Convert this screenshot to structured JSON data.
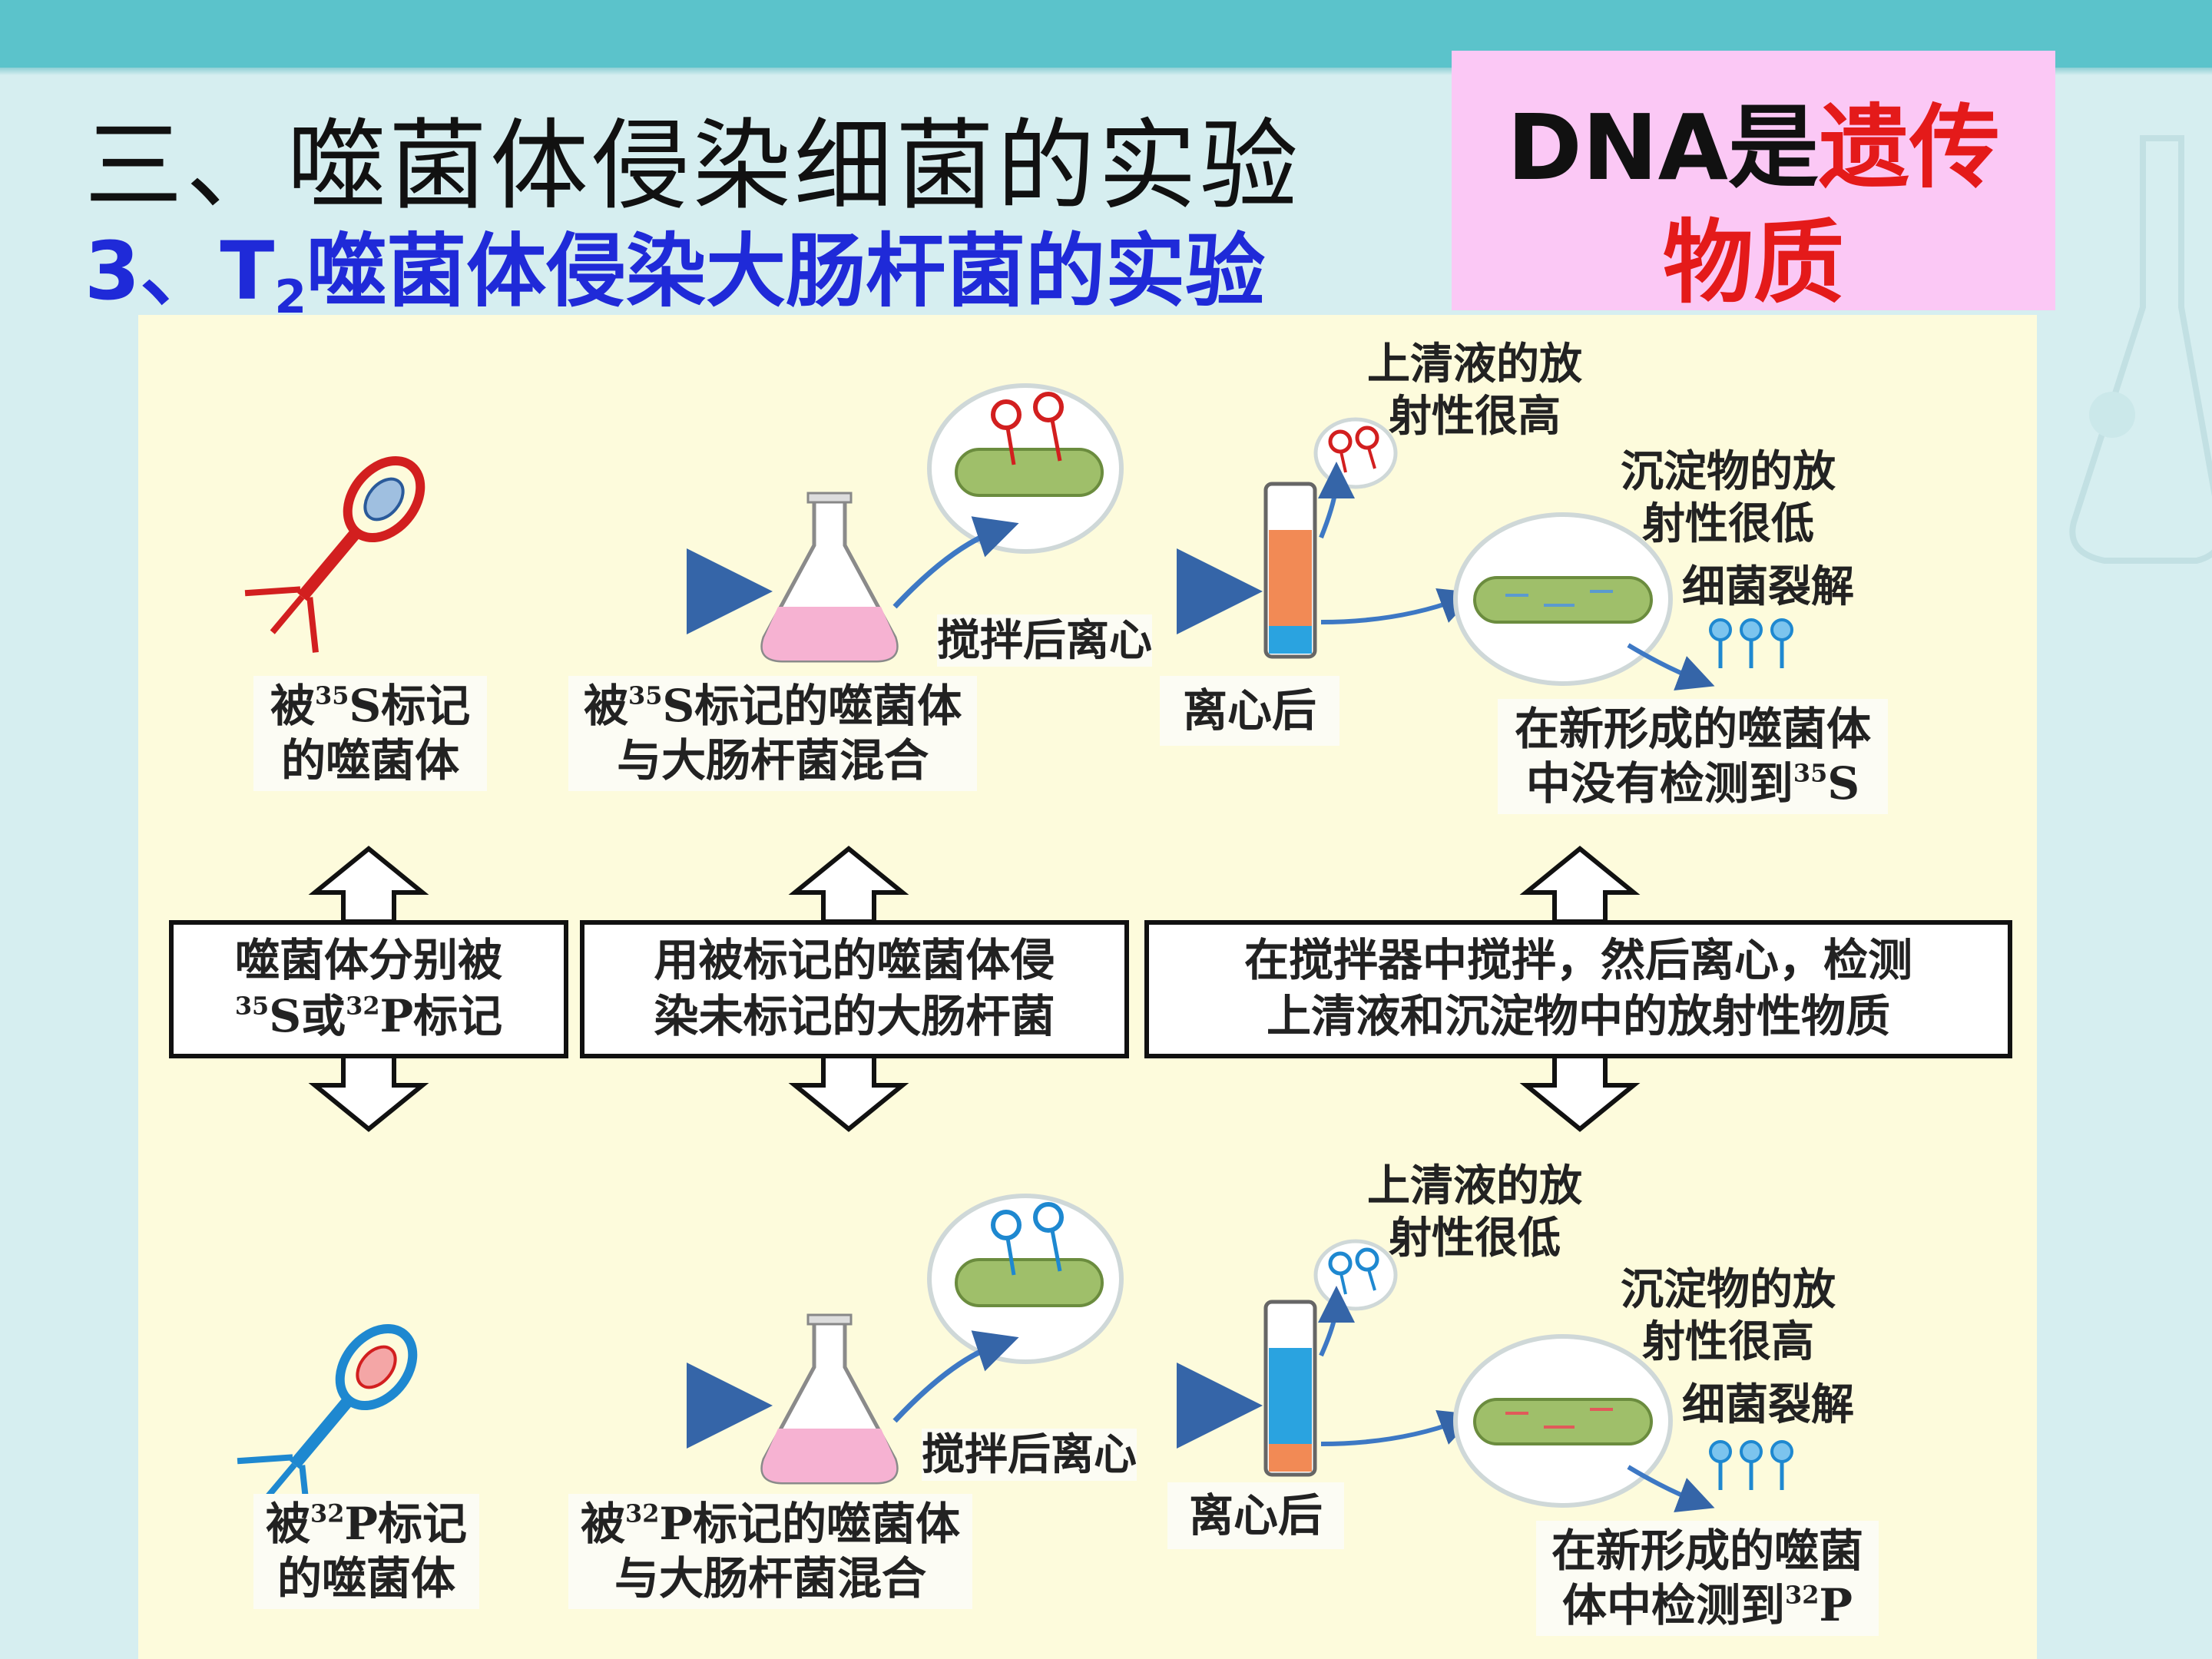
{
  "title": "三、噬菌体侵染细菌的实验",
  "subtitle": {
    "prefix": "3、T",
    "sub": "2",
    "rest": "噬菌体侵染大肠杆菌的实验"
  },
  "conclusion": {
    "black": "DNA是",
    "red1": "遗传",
    "red2": "物质"
  },
  "top_row": {
    "phage_label_a": "被",
    "phage_label_sup": "35",
    "phage_label_b": "S标记",
    "phage_label_2": "的噬菌体",
    "mix_label_a": "被",
    "mix_label_sup": "35",
    "mix_label_b": "S标记的噬菌体",
    "mix_label_2": "与大肠杆菌混合",
    "stir_label": "搅拌后离心",
    "centrifuge_label": "离心后",
    "supernatant_1": "上清液的放",
    "supernatant_2": "射性很高",
    "sediment_1": "沉淀物的放",
    "sediment_2": "射性很低",
    "lysis": "细菌裂解",
    "result_1": "在新形成的噬菌体",
    "result_2_a": "中没有检测到",
    "result_2_sup": "35",
    "result_2_b": "S"
  },
  "middle_row": {
    "box1_1": "噬菌体分别被",
    "box1_2_sup1": "35",
    "box1_2_a": "S或",
    "box1_2_sup2": "32",
    "box1_2_b": "P标记",
    "box2_1": "用被标记的噬菌体侵",
    "box2_2": "染未标记的大肠杆菌",
    "box3_1": "在搅拌器中搅拌，然后离心，检测",
    "box3_2": "上清液和沉淀物中的放射性物质"
  },
  "bottom_row": {
    "phage_label_a": "被",
    "phage_label_sup": "32",
    "phage_label_b": "P标记",
    "phage_label_2": "的噬菌体",
    "mix_label_a": "被",
    "mix_label_sup": "32",
    "mix_label_b": "P标记的噬菌体",
    "mix_label_2": "与大肠杆菌混合",
    "stir_label": "搅拌后离心",
    "centrifuge_label": "离心后",
    "supernatant_1": "上清液的放",
    "supernatant_2": "射性很低",
    "sediment_1": "沉淀物的放",
    "sediment_2": "射性很高",
    "lysis": "细菌裂解",
    "result_1": "在新形成的噬菌",
    "result_2_a": "体中检测到",
    "result_2_sup": "32",
    "result_2_b": "P"
  },
  "colors": {
    "top_bar": "#5bc3cb",
    "background": "#d6eef0",
    "panel": "#fdfbdc",
    "subtitle": "#1f2ad8",
    "highlight_box": "#fbc8f5",
    "red_text": "#e41a1a",
    "phage_s35": "#d21f1f",
    "phage_p32": "#1e88d0",
    "arrow": "#3565a8",
    "supernatant_orange": "#f28a55",
    "supernatant_blue": "#2aa3e0",
    "bacterium": "#9fbf6a"
  },
  "icons": [
    "phage-icon",
    "flask-icon",
    "bacterium-icon",
    "test-tube-icon",
    "double-arrow-icon"
  ]
}
